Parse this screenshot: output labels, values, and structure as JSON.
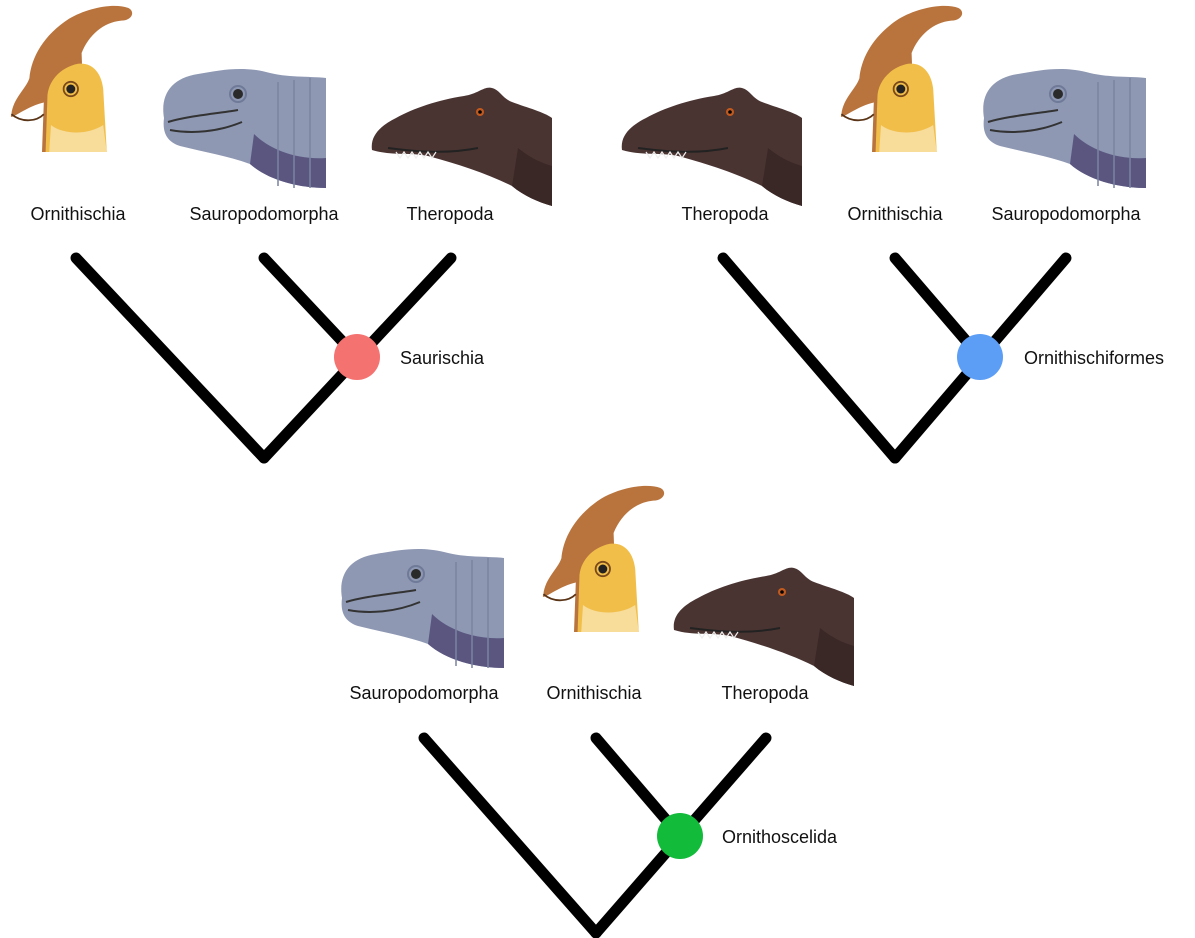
{
  "colors": {
    "saurischia": "#f47270",
    "ornithischiformes": "#5c9ef5",
    "ornithoscelida": "#12bb3a",
    "ornithischia_crest": "#b9743d",
    "ornithischia_face": "#f1be4a",
    "sauropodomorpha_skin": "#8e98b3",
    "theropoda_skin": "#4a3432"
  },
  "icons": {
    "ornithischia": "hadrosaur-head-icon",
    "sauropodomorpha": "sauropod-head-icon",
    "theropoda": "theropod-head-icon"
  },
  "trees": [
    {
      "taxa": [
        "Ornithischia",
        "Sauropodomorpha",
        "Theropoda"
      ],
      "clade": "Saurischia"
    },
    {
      "taxa": [
        "Theropoda",
        "Ornithischia",
        "Sauropodomorpha"
      ],
      "clade": "Ornithischiformes"
    },
    {
      "taxa": [
        "Sauropodomorpha",
        "Ornithischia",
        "Theropoda"
      ],
      "clade": "Ornithoscelida"
    }
  ]
}
